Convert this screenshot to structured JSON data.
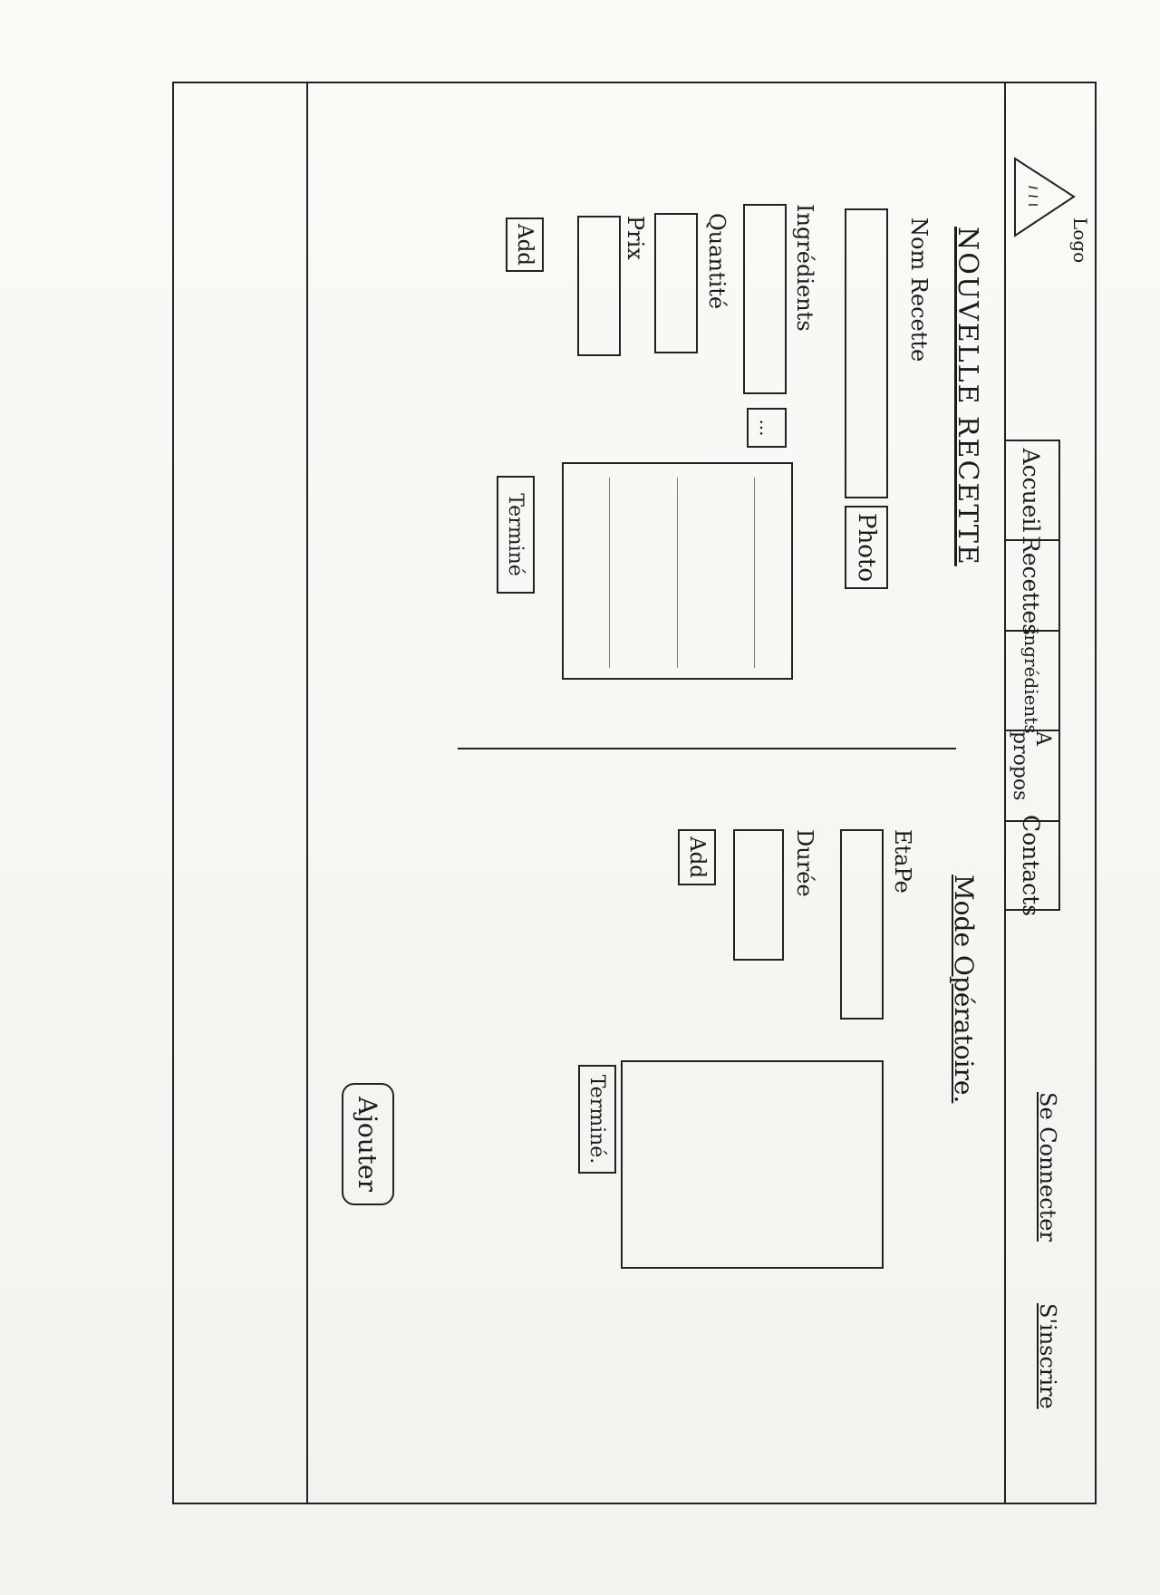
{
  "header": {
    "logo_label": "Logo",
    "nav": [
      "Accueil",
      "Recettes",
      "Ingrédients",
      "A propos",
      "Contacts"
    ],
    "auth": {
      "login": "Se Connecter",
      "register": "S'inscrire"
    }
  },
  "recipe_form": {
    "title": "Nouvelle Recette",
    "name_label": "Nom Recette",
    "photo_button": "Photo",
    "ingredients_label": "Ingrédients",
    "more_button": "...",
    "quantity_label": "Quantité",
    "price_label": "Prix",
    "add_button": "Add",
    "finish_button": "Terminé"
  },
  "method_form": {
    "title": "Mode Opératoire.",
    "step_label": "EtaPe",
    "duration_label": "Durée",
    "add_button": "Add",
    "finish_button": "Terminé."
  },
  "footer": {
    "submit_button": "Ajouter"
  }
}
